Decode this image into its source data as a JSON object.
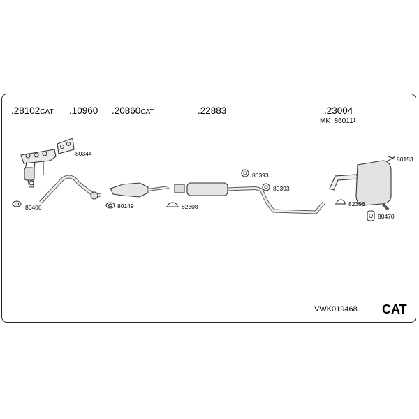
{
  "group_labels": [
    {
      "id": "28102",
      "number": ".28102",
      "suffix": "CAT"
    },
    {
      "id": "10960",
      "number": ".10960",
      "suffix": ""
    },
    {
      "id": "20860",
      "number": ".20860",
      "suffix": "CAT"
    },
    {
      "id": "22883",
      "number": ".22883",
      "suffix": ""
    },
    {
      "id": "23004",
      "number": ".23004",
      "suffix": ""
    }
  ],
  "mk": {
    "prefix": "MK",
    "number": "86011",
    "sup": "1"
  },
  "part_labels": [
    "80344",
    "80406",
    "80149",
    "82308",
    "80393",
    "80393",
    "80153",
    "82308",
    "80470"
  ],
  "footer": {
    "code": "VWK019468",
    "badge": "CAT"
  }
}
